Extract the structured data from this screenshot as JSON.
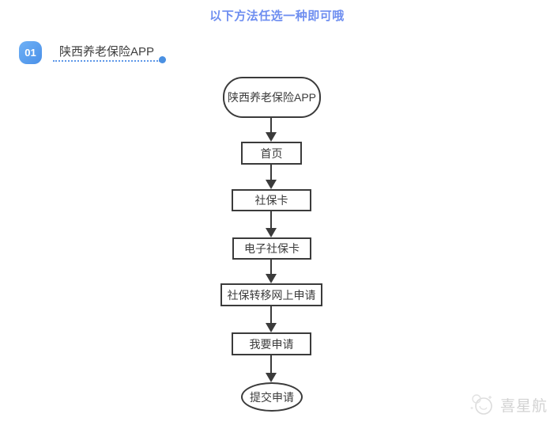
{
  "header": {
    "note": "以下方法任选一种即可哦"
  },
  "section": {
    "badge_label": "01",
    "title": "陕西养老保险APP"
  },
  "flowchart": {
    "nodes": [
      {
        "label": "陕西养老保险APP",
        "shape": "stadium"
      },
      {
        "label": "首页",
        "shape": "rect"
      },
      {
        "label": "社保卡",
        "shape": "rect"
      },
      {
        "label": "电子社保卡",
        "shape": "rect"
      },
      {
        "label": "社保转移网上申请",
        "shape": "rect"
      },
      {
        "label": "我要申请",
        "shape": "rect"
      },
      {
        "label": "提交申请",
        "shape": "ellipse"
      }
    ]
  },
  "watermark": {
    "brand": "喜星航",
    "logo_icon": "planet-sparkle-icon"
  },
  "colors": {
    "note_blue": "#6e8ef0",
    "badge_blue": "#549bef",
    "accent_blue": "#4a90e2",
    "diagram_stroke": "#3b3b3b",
    "watermark_gray": "#d2d2d2",
    "background": "#ffffff"
  }
}
